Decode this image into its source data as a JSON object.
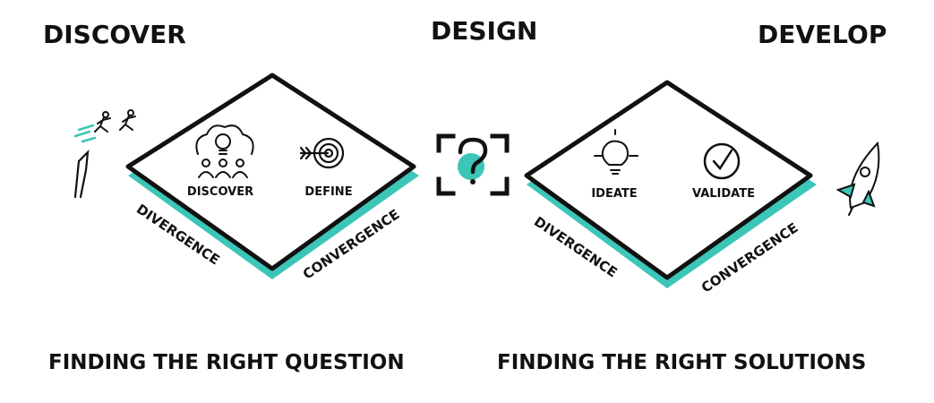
{
  "phases": {
    "left": "DISCOVER",
    "center": "DESIGN",
    "right": "DEVELOP"
  },
  "diamond_left": {
    "step1": "DISCOVER",
    "step2": "DEFINE",
    "edge_left": "DIVERGENCE",
    "edge_right": "CONVERGENCE",
    "caption": "FINDING THE RIGHT QUESTION"
  },
  "diamond_right": {
    "step1": "IDEATE",
    "step2": "VALIDATE",
    "edge_left": "DIVERGENCE",
    "edge_right": "CONVERGENCE",
    "caption": "FINDING THE RIGHT SOLUTIONS"
  },
  "colors": {
    "accent": "#3cc6b8",
    "ink": "#111111"
  }
}
